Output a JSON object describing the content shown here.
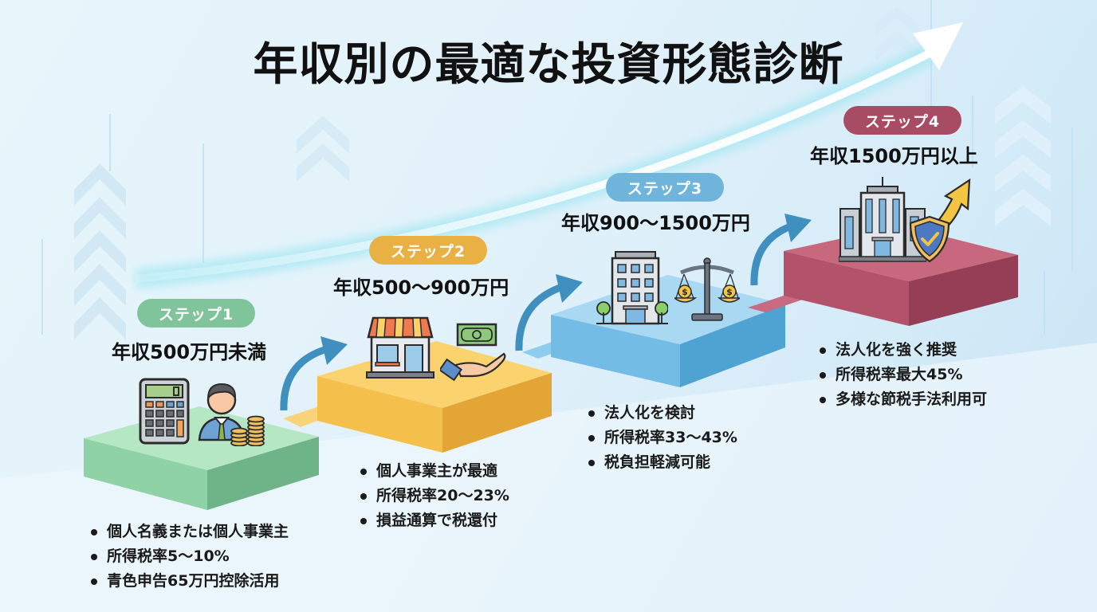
{
  "title": "年収別の最適な投資形態診断",
  "colors": {
    "step1": "#7fc49a",
    "step2": "#e9b044",
    "step3": "#6fb4da",
    "step4": "#a84c64",
    "arrow": "#3f8fbf"
  },
  "steps": [
    {
      "badge": "ステップ1",
      "heading": "年収500万円未満",
      "bullets": [
        "個人名義または個人事業主",
        "所得税率5〜10%",
        "青色申告65万円控除活用"
      ],
      "icons": [
        "calculator-icon",
        "businessman-icon",
        "coin-stack-icon"
      ]
    },
    {
      "badge": "ステップ2",
      "heading": "年収500〜900万円",
      "bullets": [
        "個人事業主が最適",
        "所得税率20〜23%",
        "損益通算で税還付"
      ],
      "icons": [
        "storefront-icon",
        "banknote-icon",
        "open-hand-icon"
      ]
    },
    {
      "badge": "ステップ3",
      "heading": "年収900〜1500万円",
      "bullets": [
        "法人化を検討",
        "所得税率33〜43%",
        "税負担軽減可能"
      ],
      "icons": [
        "office-building-icon",
        "dollar-scale-icon"
      ]
    },
    {
      "badge": "ステップ4",
      "heading": "年収1500万円以上",
      "bullets": [
        "法人化を強く推奨",
        "所得税率最大45%",
        "多様な節税手法利用可"
      ],
      "icons": [
        "corporate-tower-icon",
        "shield-check-icon",
        "growth-arrow-icon"
      ]
    }
  ]
}
